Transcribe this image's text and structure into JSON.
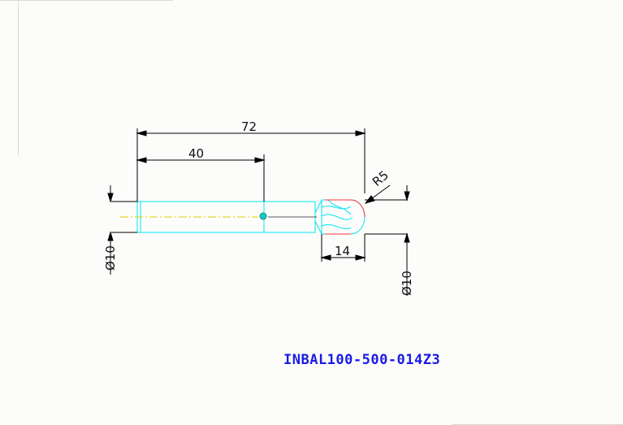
{
  "drawing": {
    "part_number": "INBAL100-500-014Z3",
    "dimensions": {
      "overall_length": "72",
      "shank_length": "40",
      "ball_radius": "R5",
      "flute_length": "14",
      "shank_diameter": "Ø10",
      "tip_diameter": "Ø10"
    },
    "colors": {
      "background": "#fcfdfb",
      "dimension_lines": "#000000",
      "tool_outline": "#00e5ef",
      "flute_edge": "#ff3333",
      "center_line": "#e0d000",
      "part_label": "#1a1ae6"
    }
  }
}
